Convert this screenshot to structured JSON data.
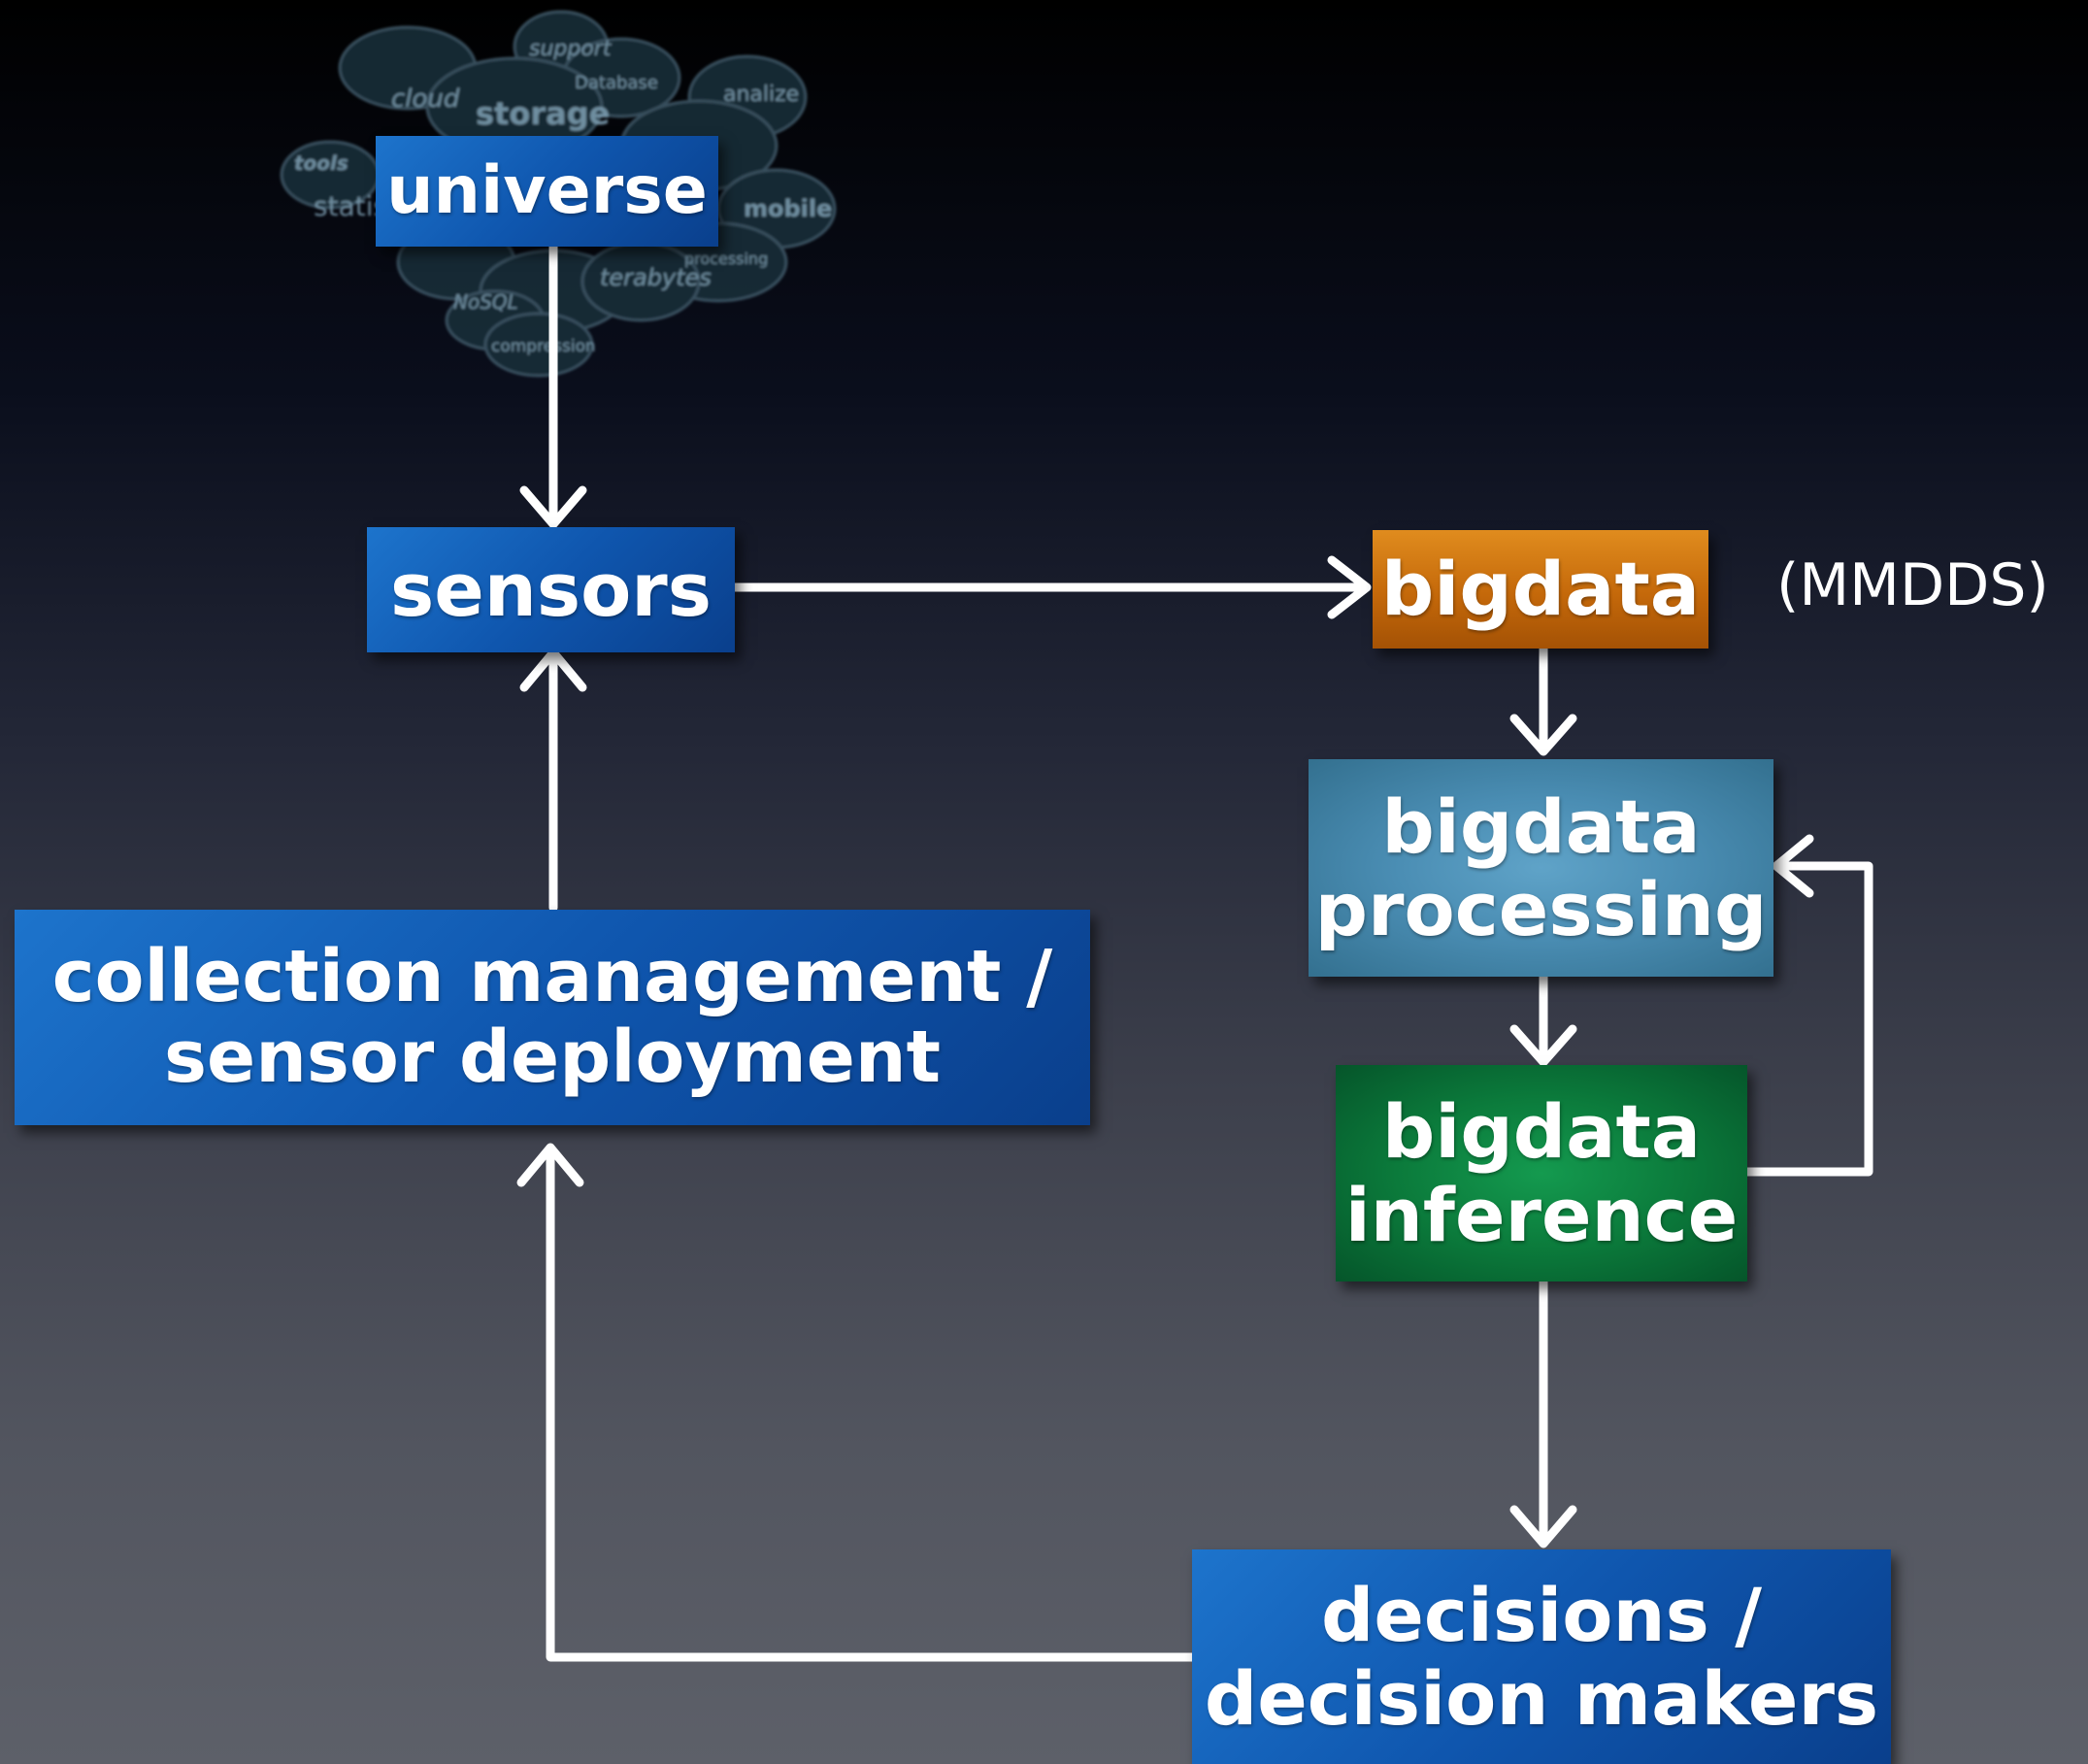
{
  "diagram": {
    "nodes": {
      "universe": "universe",
      "sensors": "sensors",
      "bigdata": "bigdata",
      "bigdata_processing": [
        "bigdata",
        "processing"
      ],
      "bigdata_inference": [
        "bigdata",
        "inference"
      ],
      "decisions": [
        "decisions /",
        "decision makers"
      ],
      "collection": [
        "collection management /",
        "sensor deployment"
      ]
    },
    "bigdata_note": "(MMDDS)",
    "cloud_words": [
      "support",
      "cloud",
      "storage",
      "Database",
      "analize",
      "tools",
      "statis",
      "mobile",
      "processing",
      "terabytes",
      "NoSQL",
      "compression"
    ],
    "colors": {
      "blue_box": "#0f56ae",
      "orange_box": "#c4680a",
      "teal_box": "#4a8db3",
      "green_box": "#0b7a3b",
      "arrow": "#ffffff"
    },
    "edges": [
      {
        "from": "universe",
        "to": "sensors"
      },
      {
        "from": "sensors",
        "to": "bigdata"
      },
      {
        "from": "bigdata",
        "to": "bigdata_processing"
      },
      {
        "from": "bigdata_processing",
        "to": "bigdata_inference"
      },
      {
        "from": "bigdata_inference",
        "to": "bigdata_processing"
      },
      {
        "from": "bigdata_inference",
        "to": "decisions"
      },
      {
        "from": "decisions",
        "to": "collection"
      },
      {
        "from": "collection",
        "to": "sensors"
      }
    ]
  }
}
